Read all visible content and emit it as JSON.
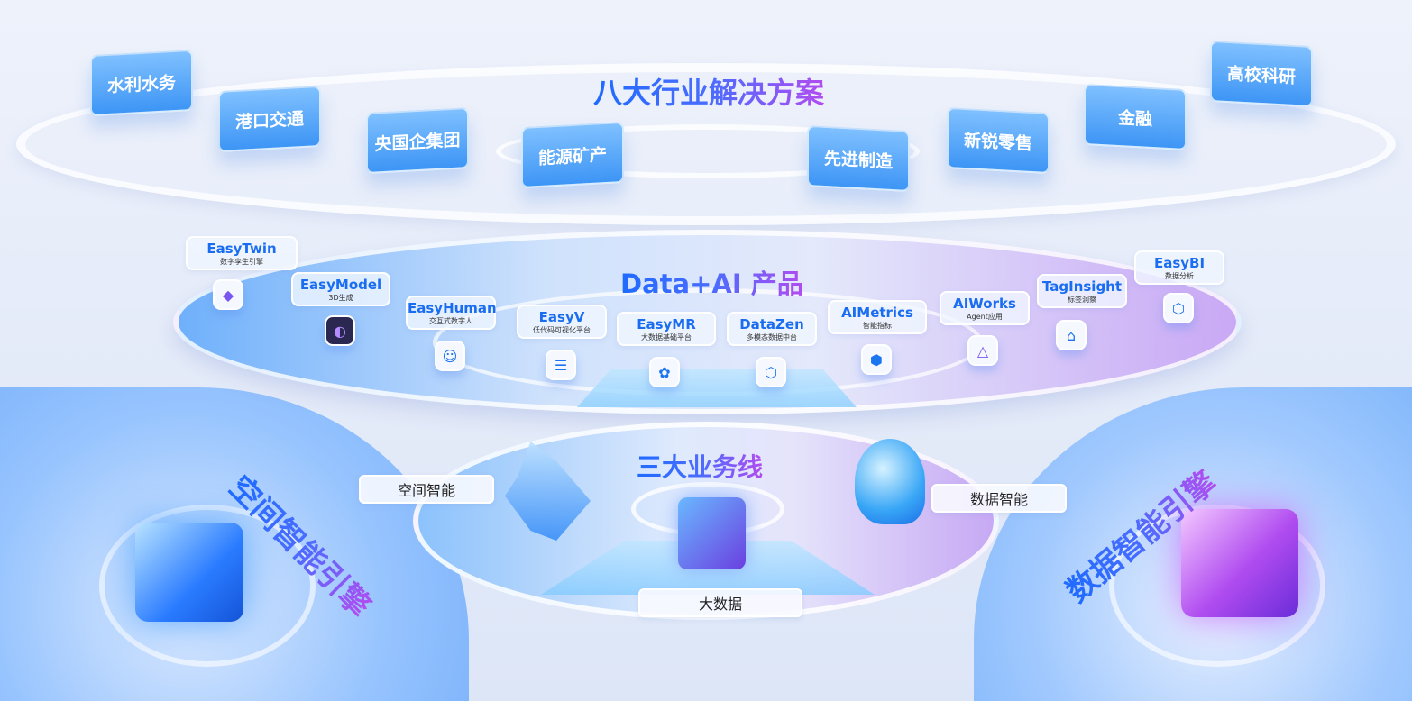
{
  "industries": {
    "title": "八大行业解决方案",
    "items": [
      "水利水务",
      "港口交通",
      "央国企集团",
      "能源矿产",
      "先进制造",
      "新锐零售",
      "金融",
      "高校科研"
    ]
  },
  "products": {
    "title": "Data+AI 产品",
    "items": [
      {
        "name": "EasyTwin",
        "sub": "数字孪生引擎",
        "icon": "cube-icon"
      },
      {
        "name": "EasyModel",
        "sub": "3D生成",
        "icon": "model-icon"
      },
      {
        "name": "EasyHuman",
        "sub": "交互式数字人",
        "icon": "digital-human-icon"
      },
      {
        "name": "EasyV",
        "sub": "低代码可视化平台",
        "icon": "low-code-icon"
      },
      {
        "name": "EasyMR",
        "sub": "大数据基础平台",
        "icon": "cluster-icon"
      },
      {
        "name": "DataZen",
        "sub": "多模态数据中台",
        "icon": "hex-cube-icon"
      },
      {
        "name": "AIMetrics",
        "sub": "智能指标",
        "icon": "metrics-icon"
      },
      {
        "name": "AIWorks",
        "sub": "Agent应用",
        "icon": "agent-icon"
      },
      {
        "name": "TagInsight",
        "sub": "标签洞察",
        "icon": "tag-icon"
      },
      {
        "name": "EasyBI",
        "sub": "数据分析",
        "icon": "bi-cube-icon"
      }
    ]
  },
  "business_lines": {
    "title": "三大业务线",
    "items": [
      "空间智能",
      "数据智能",
      "大数据"
    ]
  },
  "engines": {
    "left": "空间智能引擎",
    "right": "数据智能引擎"
  }
}
